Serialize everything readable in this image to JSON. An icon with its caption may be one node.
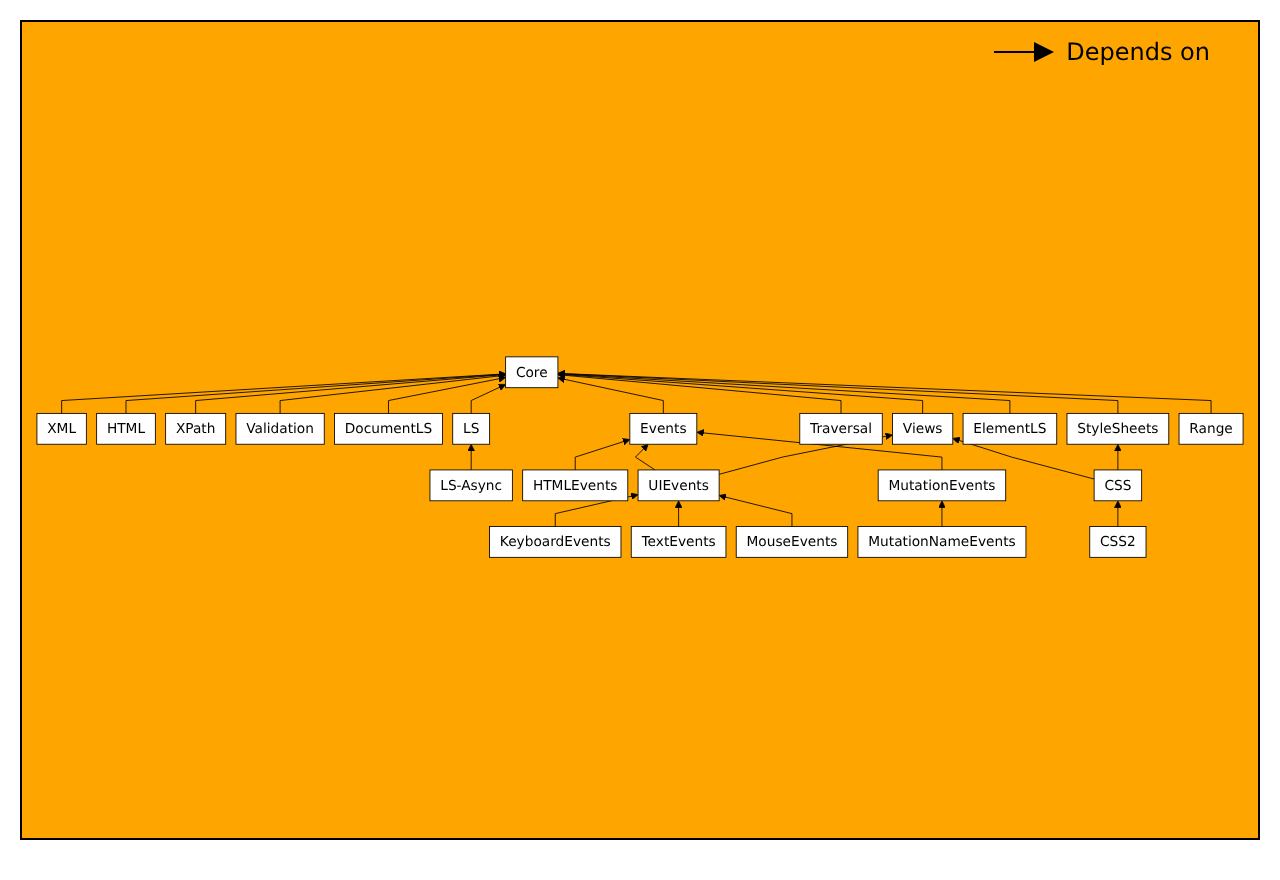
{
  "diagram": {
    "nodes": [
      {
        "text": [
          "Core"
        ]
      },
      {
        "text": [
          "XML"
        ]
      },
      {
        "text": [
          "HTML"
        ]
      },
      {
        "text": [
          "XPath"
        ]
      },
      {
        "text": [
          "Validation"
        ]
      },
      {
        "text": [
          "DocumentLS"
        ]
      },
      {
        "text": [
          "LS"
        ]
      },
      {
        "text": [
          "Views"
        ]
      },
      {
        "text": [
          "Traversal"
        ]
      },
      {
        "text": [
          "Events"
        ]
      },
      {
        "text": [
          "ElementLS"
        ]
      },
      {
        "text": [
          "LS-Async"
        ]
      },
      {
        "text": [
          "StyleSheets"
        ]
      },
      {
        "text": [
          "Range"
        ]
      },
      {
        "text": [
          "HTMLEvents"
        ]
      },
      {
        "text": [
          "MutationEvents"
        ]
      },
      {
        "text": [
          "UIEvents"
        ]
      },
      {
        "text": [
          "CSS"
        ]
      },
      {
        "text": [
          "MutationNameEvents"
        ]
      },
      {
        "text": [
          "CSS2"
        ]
      },
      {
        "text": [
          "KeyboardEvents"
        ]
      },
      {
        "text": [
          "TextEvents"
        ]
      },
      {
        "text": [
          "MouseEvents"
        ]
      }
    ],
    "edges": [
      {
        "from": 1,
        "to": 0,
        "arrow": "to"
      },
      {
        "from": 2,
        "to": 0,
        "arrow": "to"
      },
      {
        "from": 3,
        "to": 0,
        "arrow": "to"
      },
      {
        "from": 4,
        "to": 0,
        "arrow": "to"
      },
      {
        "from": 5,
        "to": 0,
        "arrow": "to"
      },
      {
        "from": 6,
        "to": 0,
        "arrow": "to"
      },
      {
        "from": 7,
        "to": 0,
        "arrow": "to"
      },
      {
        "from": 8,
        "to": 0,
        "arrow": "to"
      },
      {
        "from": 9,
        "to": 0,
        "arrow": "to"
      },
      {
        "from": 10,
        "to": 0,
        "arrow": "to"
      },
      {
        "from": 12,
        "to": 0,
        "arrow": "to"
      },
      {
        "from": 13,
        "to": 0,
        "arrow": "to"
      },
      {
        "from": 11,
        "to": 6,
        "arrow": "to"
      },
      {
        "from": 14,
        "to": 9,
        "arrow": "to"
      },
      {
        "from": 15,
        "to": 9,
        "arrow": "to"
      },
      {
        "from": 16,
        "to": 9,
        "arrow": "to"
      },
      {
        "from": 16,
        "to": 7,
        "arrow": "to"
      },
      {
        "from": 17,
        "to": 7,
        "arrow": "to"
      },
      {
        "from": 17,
        "to": 12,
        "arrow": "to"
      },
      {
        "from": 18,
        "to": 15,
        "arrow": "to"
      },
      {
        "from": 19,
        "to": 17,
        "arrow": "to"
      },
      {
        "from": 20,
        "to": 16,
        "arrow": "to"
      },
      {
        "from": 21,
        "to": 16,
        "arrow": "to"
      },
      {
        "from": 22,
        "to": 16,
        "arrow": "to"
      }
    ],
    "legend": [
      {
        "text": "Depends on"
      }
    ]
  }
}
